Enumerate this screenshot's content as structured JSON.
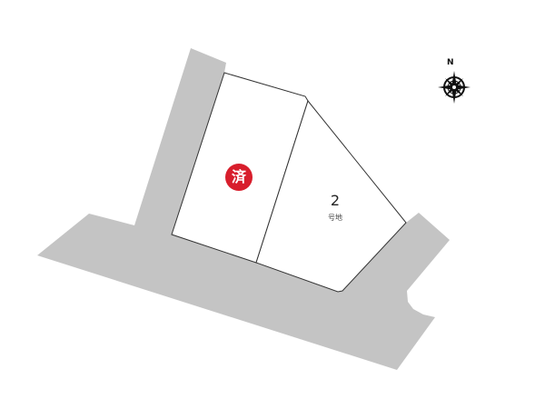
{
  "map": {
    "lots": [
      {
        "id": "lot-1",
        "status_label": "済",
        "status_color": "#d81e2c"
      },
      {
        "id": "lot-2",
        "number": "2",
        "suffix": "号地"
      }
    ],
    "road_color": "#c4c4c4",
    "compass": {
      "north_label": "N"
    }
  }
}
